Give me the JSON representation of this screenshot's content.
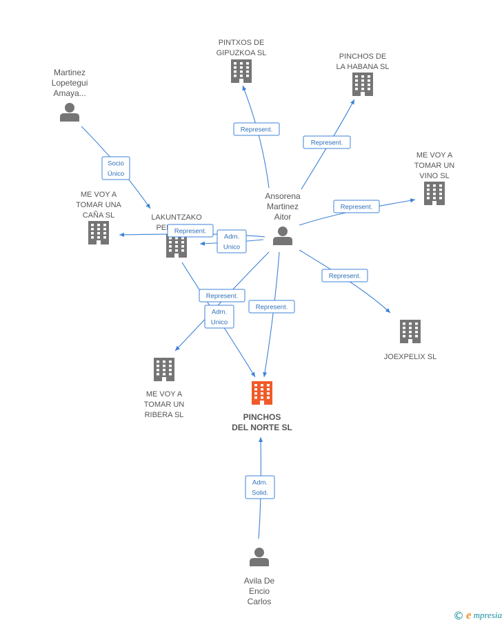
{
  "colors": {
    "edge": "#3c82d7",
    "edge_text": "#2f6fb8",
    "company": "#757575",
    "main_company": "#f05a28",
    "person": "#757575",
    "label": "#555555"
  },
  "nodes": [
    {
      "id": "pintxos_gipuzkoa",
      "type": "company",
      "lines": [
        "PINTXOS DE",
        "GIPUZKOA SL"
      ]
    },
    {
      "id": "pinchos_habana",
      "type": "company",
      "lines": [
        "PINCHOS DE",
        "LA HABANA SL"
      ]
    },
    {
      "id": "martinez_lopetegui",
      "type": "person",
      "lines": [
        "Martinez",
        "Lopetegui",
        "Amaya..."
      ]
    },
    {
      "id": "me_voy_vino",
      "type": "company",
      "lines": [
        "ME VOY A",
        "TOMAR UN",
        "VINO SL"
      ]
    },
    {
      "id": "me_voy_cana",
      "type": "company",
      "lines": [
        "ME VOY A",
        "TOMAR UNA",
        "CAÑA SL"
      ]
    },
    {
      "id": "lakuntzako",
      "type": "company",
      "lines": [
        "LAKUNTZAKO",
        "PERTZA SL"
      ]
    },
    {
      "id": "ansorena",
      "type": "person",
      "lines": [
        "Ansorena",
        "Martinez",
        "Aitor"
      ]
    },
    {
      "id": "joexpelix",
      "type": "company",
      "lines": [
        "JOEXPELIX SL"
      ]
    },
    {
      "id": "me_voy_ribera",
      "type": "company",
      "lines": [
        "ME VOY A",
        "TOMAR UN",
        "RIBERA SL"
      ]
    },
    {
      "id": "pinchos_norte",
      "type": "main",
      "lines": [
        "PINCHOS",
        "DEL NORTE SL"
      ]
    },
    {
      "id": "avila",
      "type": "person",
      "lines": [
        "Avila De",
        "Encio",
        "Carlos"
      ]
    }
  ],
  "edges": [
    {
      "from": "ansorena",
      "to": "pintxos_gipuzkoa",
      "lines": [
        "Represent."
      ]
    },
    {
      "from": "ansorena",
      "to": "pinchos_habana",
      "lines": [
        "Represent."
      ]
    },
    {
      "from": "ansorena",
      "to": "me_voy_vino",
      "lines": [
        "Represent."
      ]
    },
    {
      "from": "ansorena",
      "to": "me_voy_cana",
      "lines": [
        "Represent."
      ]
    },
    {
      "from": "ansorena",
      "to": "lakuntzako",
      "lines": [
        "Adm.",
        "Unico"
      ]
    },
    {
      "from": "ansorena",
      "to": "joexpelix",
      "lines": [
        "Represent."
      ]
    },
    {
      "from": "ansorena",
      "to": "me_voy_ribera",
      "lines": [
        "Represent."
      ]
    },
    {
      "from": "ansorena",
      "to": "pinchos_norte",
      "lines": [
        "Represent."
      ]
    },
    {
      "from": "martinez_lopetegui",
      "to": "lakuntzako",
      "lines": [
        "Socio",
        "Único"
      ]
    },
    {
      "from": "lakuntzako",
      "to": "pinchos_norte",
      "lines": [
        "Adm.",
        "Unico"
      ]
    },
    {
      "from": "avila",
      "to": "pinchos_norte",
      "lines": [
        "Adm.",
        "Solid."
      ]
    }
  ],
  "footer": {
    "copyright": "©",
    "brand_initial": "e",
    "brand_rest": "mpresia"
  }
}
